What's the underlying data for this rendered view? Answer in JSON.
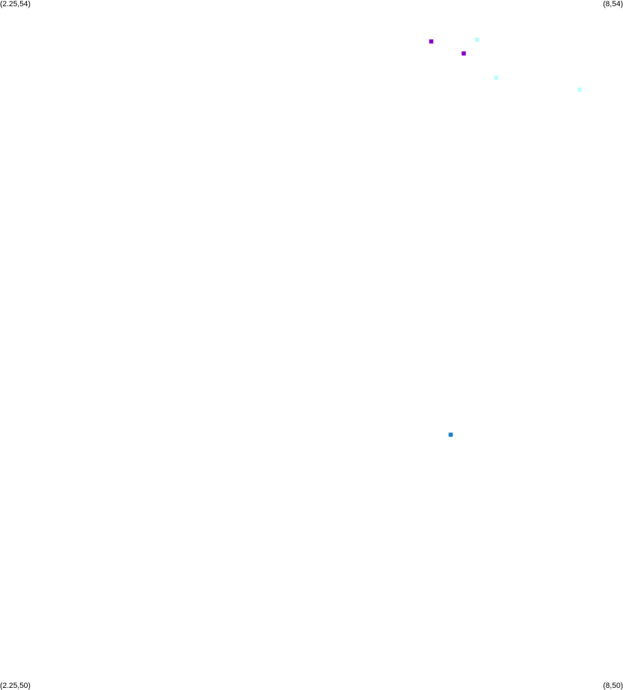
{
  "corners": {
    "top_left": "(2.25,54)",
    "top_right": "(8,54)",
    "bottom_left": "(2.25,50)",
    "bottom_right": "(8,50)"
  },
  "chart_data": {
    "type": "scatter",
    "xlim": [
      2.25,
      8
    ],
    "ylim": [
      50,
      54
    ],
    "grid": false,
    "points": [
      {
        "x": 6.23,
        "y": 53.76,
        "color": "#8b00c9"
      },
      {
        "x": 6.53,
        "y": 53.69,
        "color": "#8b00c9"
      },
      {
        "x": 6.65,
        "y": 53.77,
        "color": "#b8ffff"
      },
      {
        "x": 6.83,
        "y": 53.55,
        "color": "#b8ffff"
      },
      {
        "x": 7.6,
        "y": 53.48,
        "color": "#b8ffff"
      },
      {
        "x": 6.41,
        "y": 51.48,
        "color": "#1f7cc1"
      }
    ]
  }
}
